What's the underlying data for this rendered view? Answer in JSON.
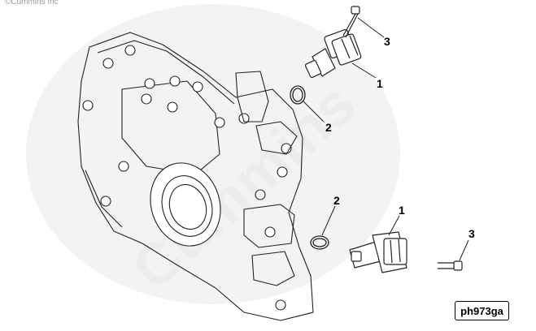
{
  "copyright": "©Cummins Inc",
  "watermark": "Cummins",
  "figure_id": "ph973ga",
  "callouts": {
    "upper_sensor": "1",
    "upper_oring": "2",
    "upper_screw": "3",
    "lower_sensor": "1",
    "lower_oring": "2",
    "lower_screw": "3"
  }
}
